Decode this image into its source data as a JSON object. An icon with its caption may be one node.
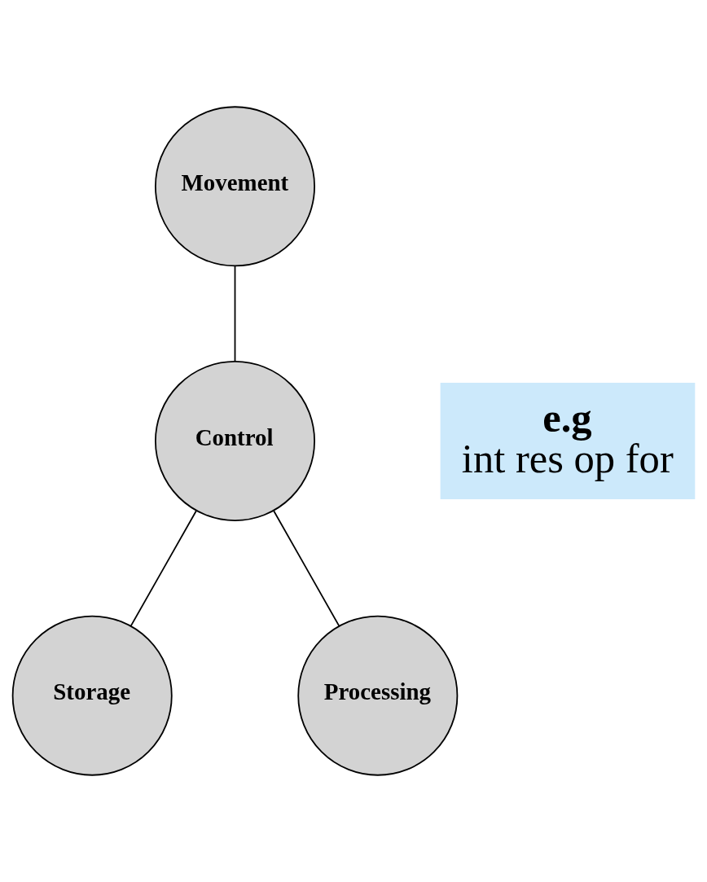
{
  "diagram": {
    "nodes": [
      {
        "text": [
          "Movement"
        ]
      },
      {
        "text": [
          "Control"
        ]
      },
      {
        "text": [
          "Storage"
        ]
      },
      {
        "text": [
          "Processing"
        ]
      },
      {
        "text": [
          "e.g",
          "int res op for"
        ]
      }
    ],
    "edges": [
      {
        "from": 0,
        "to": 1,
        "arrow": "none"
      },
      {
        "from": 1,
        "to": 2,
        "arrow": "none"
      },
      {
        "from": 1,
        "to": 3,
        "arrow": "none"
      }
    ]
  }
}
